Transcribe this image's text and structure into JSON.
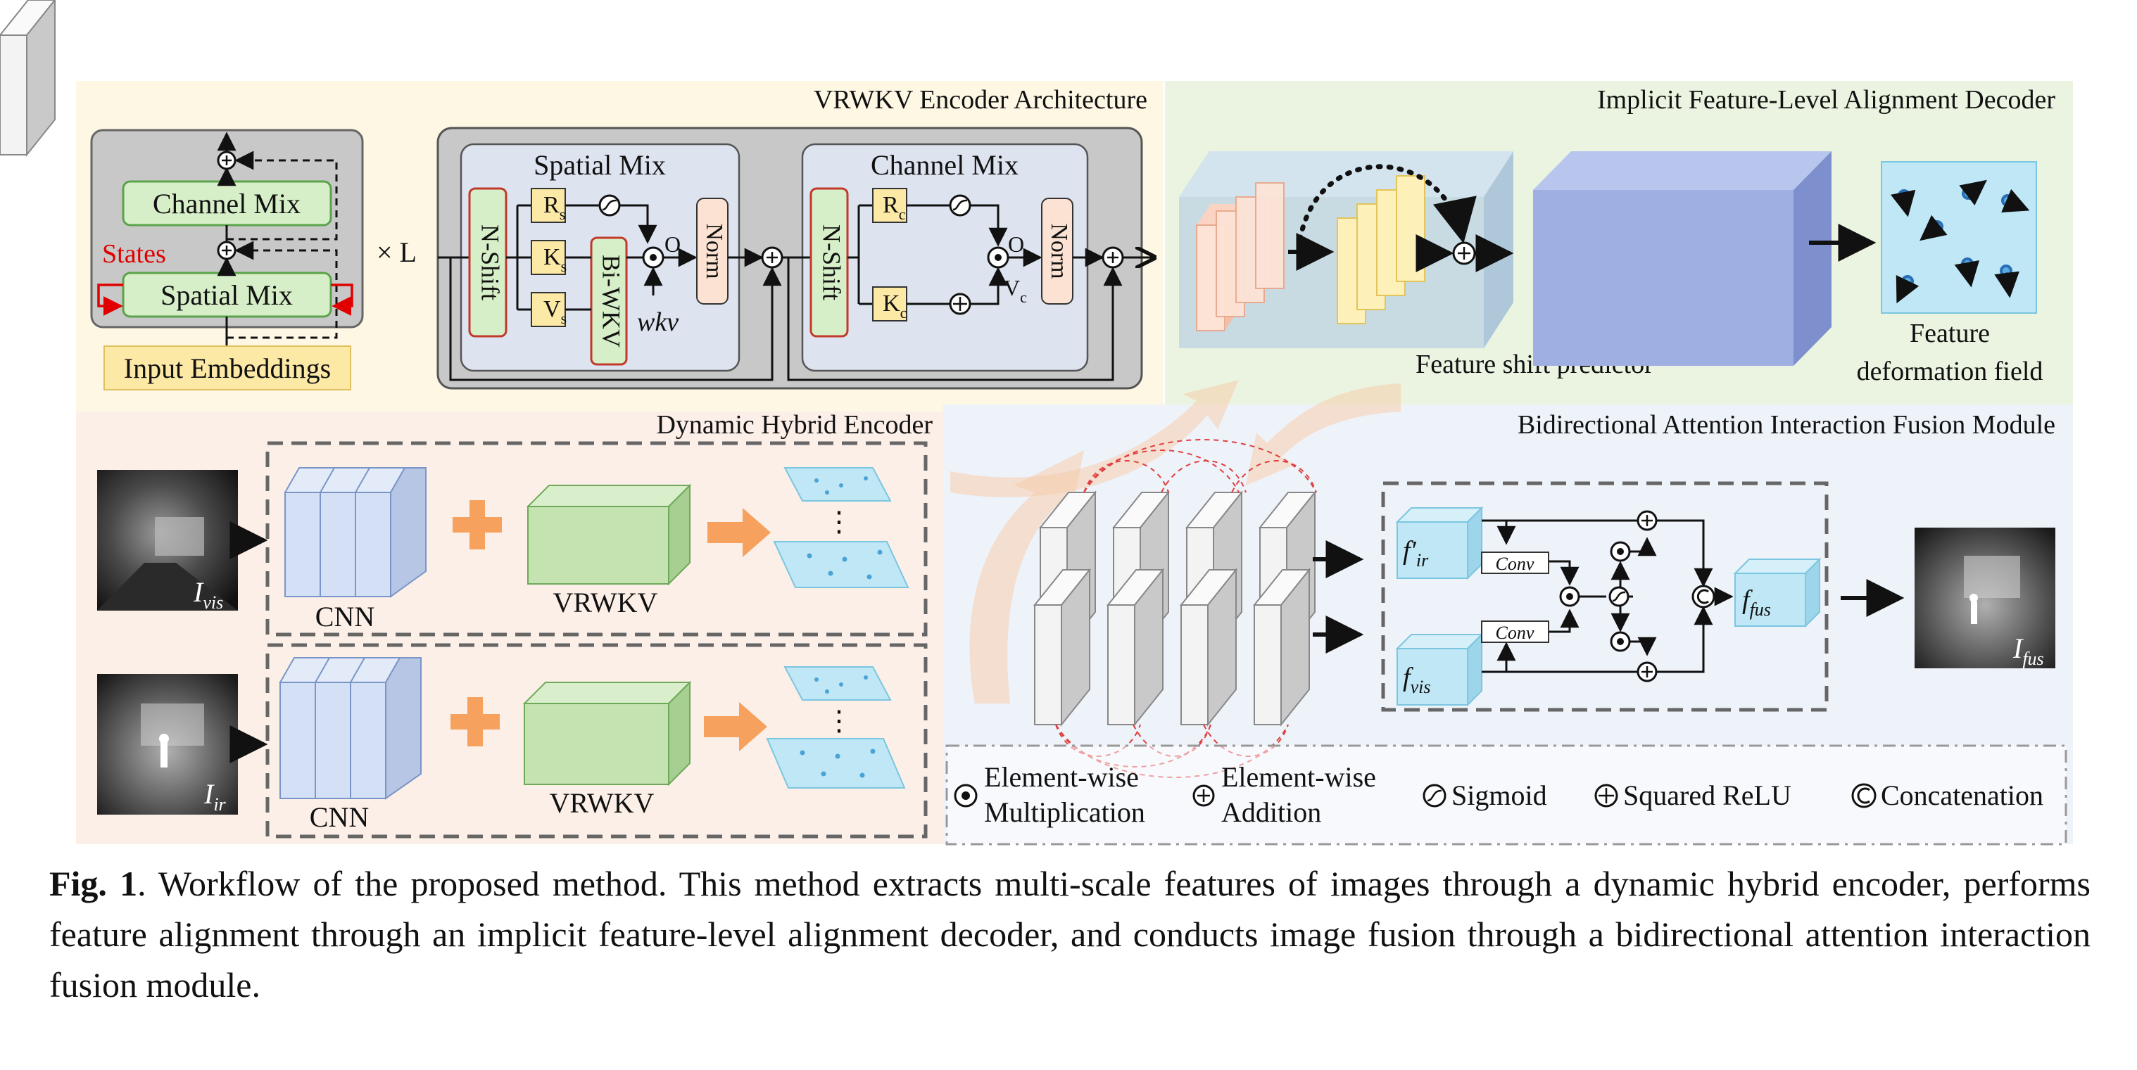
{
  "sections": {
    "encoder_arch": "VRWKV Encoder Architecture",
    "decoder": "Implicit Feature-Level Alignment Decoder",
    "hybrid": "Dynamic Hybrid Encoder",
    "fusion": "Bidirectional Attention Interaction Fusion Module"
  },
  "encoder": {
    "channel_mix": "Channel Mix",
    "spatial_mix": "Spatial Mix",
    "states": "States",
    "input_embeddings": "Input Embeddings",
    "times_l": "× L",
    "spatial_title": "Spatial Mix",
    "channel_title": "Channel Mix",
    "nshift": "N-Shift",
    "biwkv": "Bi-WKV",
    "norm": "Norm",
    "r": "R",
    "k": "K",
    "v": "V",
    "sub_s": "s",
    "sub_c": "c",
    "o": "O",
    "wkv": "wkv"
  },
  "decoder": {
    "predictor": "Feature shift predictor",
    "field_line1": "Feature",
    "field_line2": "deformation field"
  },
  "hybrid": {
    "cnn": "CNN",
    "vrwkv": "VRWKV",
    "img_vis_main": "I",
    "img_vis_sub": "vis",
    "img_ir_main": "I",
    "img_ir_sub": "ir",
    "dots": "⋮"
  },
  "fusion": {
    "f_ir_main": "f′",
    "f_ir_sub": "ir",
    "f_vis_main": "f",
    "f_vis_sub": "vis",
    "f_fus_main": "f",
    "f_fus_sub": "fus",
    "conv": "Conv",
    "img_fus_main": "I",
    "img_fus_sub": "fus"
  },
  "legend": {
    "mult_1": "Element-wise",
    "mult_2": "Multiplication",
    "add_1": "Element-wise",
    "add_2": "Addition",
    "sigmoid": "Sigmoid",
    "relu": "Squared ReLU",
    "concat": "Concatenation"
  },
  "caption": {
    "label": "Fig. 1",
    "text": ".  Workflow of the proposed method.  This method extracts multi-scale features of images through a dynamic hybrid encoder, performs feature alignment through an implicit feature-level alignment decoder, and conducts image fusion through a bidirectional attention interaction fusion module."
  },
  "colors": {
    "accent_red": "#e00000",
    "green_box": "#d7efc8",
    "yellow_box": "#fde9a6",
    "peach_norm": "#fbe2d2",
    "decoder_bg": "#eaf4e1",
    "arch_bg": "#fdf7e4",
    "hybrid_bg": "#fcefe8",
    "fusion_bg": "#eef2f9"
  }
}
